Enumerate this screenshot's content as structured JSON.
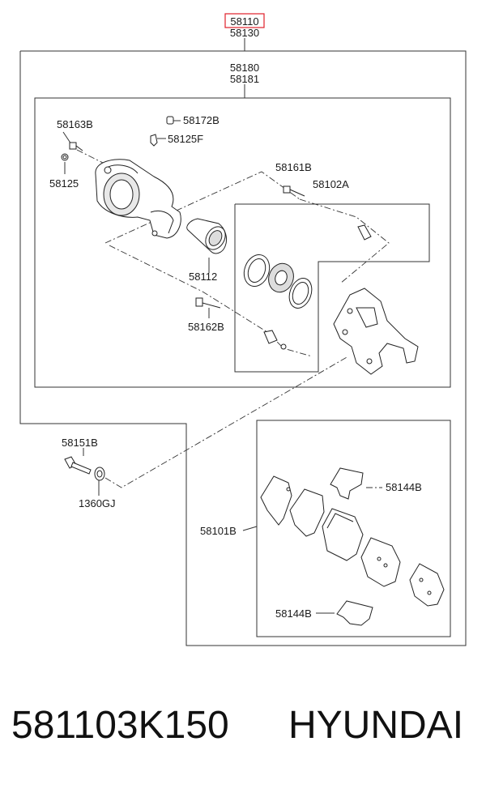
{
  "diagram": {
    "highlight_color": "#e0202a",
    "labels": {
      "assembly_top": "58110",
      "assembly_top_sub": "58130",
      "caliper_kit": "58180",
      "caliper_kit_sub": "58181",
      "bleeder_cap": "58172B",
      "bleeder_screw": "58125F",
      "guide_bolt": "58163B",
      "bolt_washer": "58125",
      "guide_pin_upper": "58161B",
      "seal_kit": "58102A",
      "piston": "58112",
      "guide_pin_lower": "58162B",
      "mount_bolt": "58151B",
      "washer": "1360GJ",
      "pad_kit": "58101B",
      "pad_clip_upper": "58144B",
      "pad_clip_lower": "58144B"
    }
  },
  "footer": {
    "part_number": "581103K150",
    "brand": "HYUNDAI"
  }
}
